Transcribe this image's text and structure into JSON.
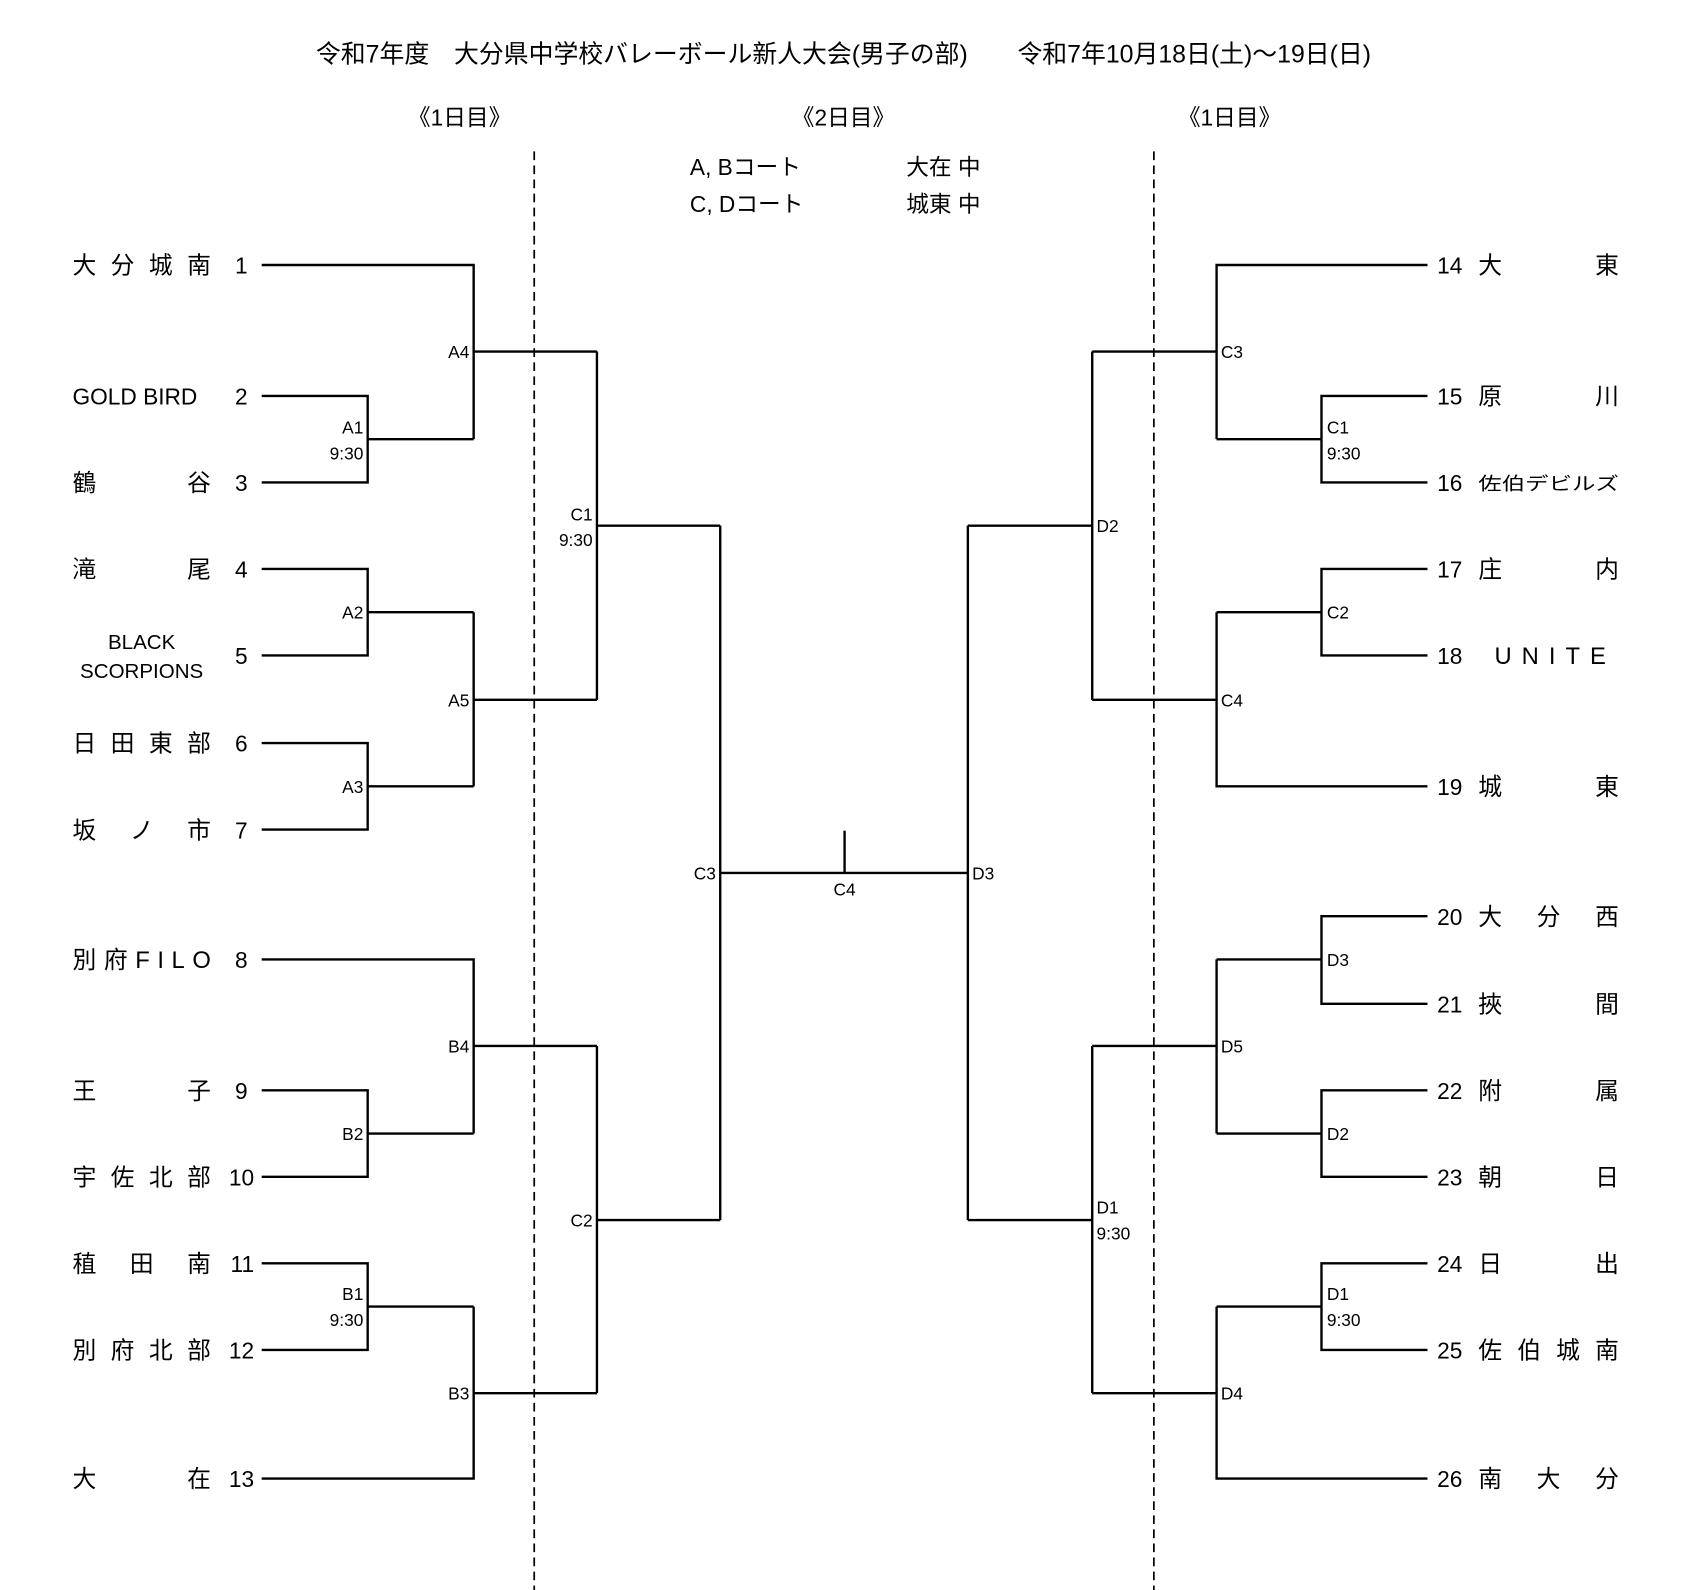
{
  "title": "令和7年度　大分県中学校バレーボール新人大会(男子の部)　　令和7年10月18日(土)～19日(日)",
  "days": {
    "left": "《1日目》",
    "center": "《2日目》",
    "right": "《1日目》"
  },
  "courts": [
    {
      "courts": "A, Bコート",
      "venue": "大在 中"
    },
    {
      "courts": "C, Dコート",
      "venue": "城東 中"
    }
  ],
  "left_teams": [
    {
      "num": "1",
      "name": "大分城南"
    },
    {
      "num": "2",
      "name": "GOLD BIRD"
    },
    {
      "num": "3",
      "name": "鶴谷"
    },
    {
      "num": "4",
      "name": "滝尾"
    },
    {
      "num": "5",
      "name": "BLACK",
      "name2": "SCORPIONS"
    },
    {
      "num": "6",
      "name": "日田東部"
    },
    {
      "num": "7",
      "name": "坂ノ市"
    },
    {
      "num": "8",
      "name": "別府FILO"
    },
    {
      "num": "9",
      "name": "王子"
    },
    {
      "num": "10",
      "name": "宇佐北部"
    },
    {
      "num": "11",
      "name": "稙田南"
    },
    {
      "num": "12",
      "name": "別府北部"
    },
    {
      "num": "13",
      "name": "大在"
    }
  ],
  "right_teams": [
    {
      "num": "14",
      "name": "大東"
    },
    {
      "num": "15",
      "name": "原川"
    },
    {
      "num": "16",
      "name": "佐伯デビルズ"
    },
    {
      "num": "17",
      "name": "庄内"
    },
    {
      "num": "18",
      "name": "UNITE"
    },
    {
      "num": "19",
      "name": "城東"
    },
    {
      "num": "20",
      "name": "大分西"
    },
    {
      "num": "21",
      "name": "挾間"
    },
    {
      "num": "22",
      "name": "附属"
    },
    {
      "num": "23",
      "name": "朝日"
    },
    {
      "num": "24",
      "name": "日出"
    },
    {
      "num": "25",
      "name": "佐伯城南"
    },
    {
      "num": "26",
      "name": "南大分"
    }
  ],
  "matches": {
    "left": {
      "A1": "A1",
      "A1_time": "9:30",
      "A2": "A2",
      "A3": "A3",
      "A4": "A4",
      "A5": "A5",
      "B1": "B1",
      "B1_time": "9:30",
      "B2": "B2",
      "B3": "B3",
      "B4": "B4"
    },
    "center": {
      "C1": "C1",
      "C1_time": "9:30",
      "C2": "C2",
      "C3": "C3",
      "C4": "C4",
      "D3": "D3",
      "D2": "D2",
      "D1": "D1",
      "D1_time": "9:30"
    },
    "right": {
      "C1": "C1",
      "C1_time": "9:30",
      "C2": "C2",
      "C3": "C3",
      "C4": "C4",
      "D1": "D1",
      "D1_time": "9:30",
      "D2": "D2",
      "D3": "D3",
      "D4": "D4",
      "D5": "D5"
    }
  }
}
